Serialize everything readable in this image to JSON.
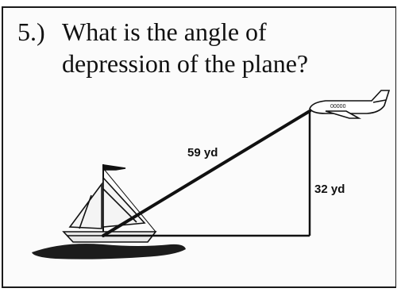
{
  "question": {
    "number": "5.)",
    "line1": "What is the angle of",
    "line2": "depression of the plane?"
  },
  "diagram": {
    "hypotenuse_label": "59 yd",
    "vertical_label": "32 yd",
    "plane_windows": "00000"
  },
  "colors": {
    "ink": "#111111",
    "frame": "#1a1a1a"
  }
}
